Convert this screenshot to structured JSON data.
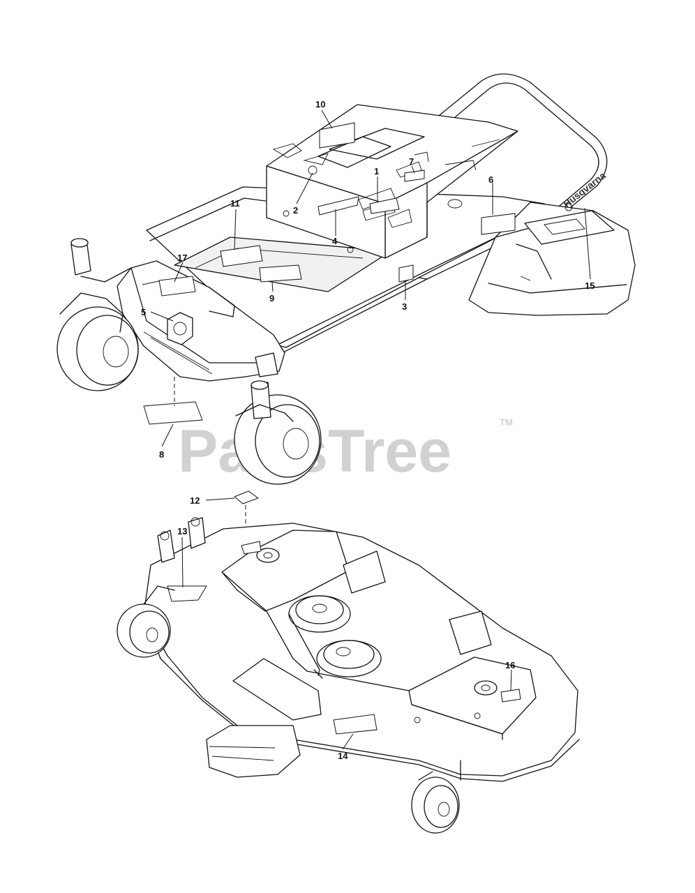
{
  "diagram": {
    "callouts": [
      {
        "id": "c1",
        "label": "1"
      },
      {
        "id": "c2",
        "label": "2"
      },
      {
        "id": "c3",
        "label": "3"
      },
      {
        "id": "c4",
        "label": "4"
      },
      {
        "id": "c5",
        "label": "5"
      },
      {
        "id": "c6",
        "label": "6"
      },
      {
        "id": "c7",
        "label": "7"
      },
      {
        "id": "c8",
        "label": "8"
      },
      {
        "id": "c9",
        "label": "9"
      },
      {
        "id": "c10",
        "label": "10"
      },
      {
        "id": "c11",
        "label": "11"
      },
      {
        "id": "c12",
        "label": "12"
      },
      {
        "id": "c13",
        "label": "13"
      },
      {
        "id": "c14",
        "label": "14"
      },
      {
        "id": "c15",
        "label": "15"
      },
      {
        "id": "c16",
        "label": "16"
      },
      {
        "id": "c17",
        "label": "17"
      }
    ],
    "brand_text": "Husqvarna",
    "watermark": {
      "text": "PartsTree",
      "tm": "TM"
    }
  }
}
